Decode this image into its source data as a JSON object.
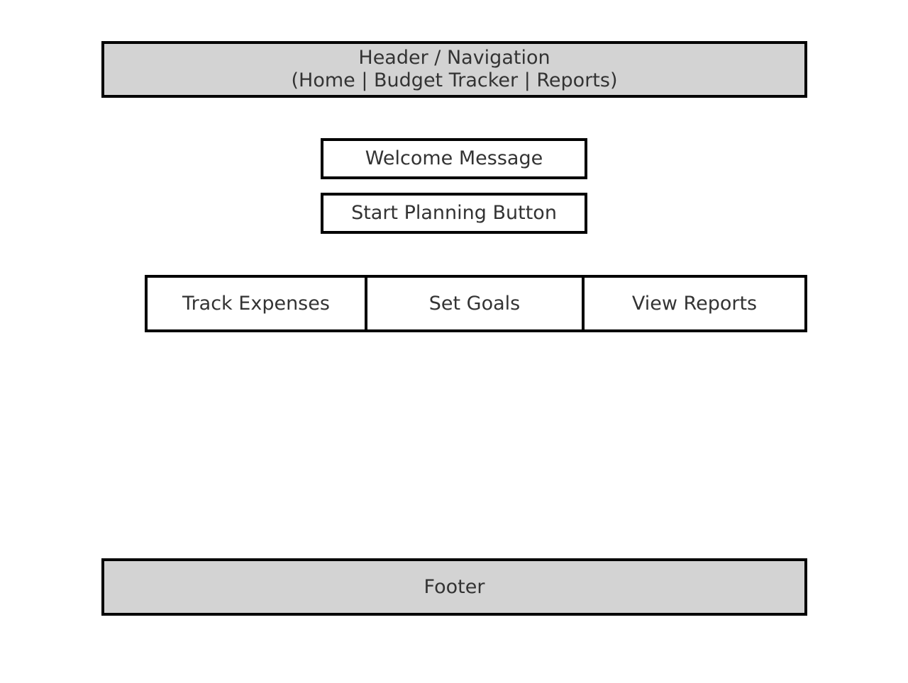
{
  "header": {
    "line1": "Header / Navigation",
    "line2": "(Home | Budget Tracker | Reports)"
  },
  "welcome": {
    "label": "Welcome Message"
  },
  "start_button": {
    "label": "Start Planning Button"
  },
  "features": [
    {
      "label": "Track Expenses"
    },
    {
      "label": "Set Goals"
    },
    {
      "label": "View Reports"
    }
  ],
  "footer": {
    "label": "Footer"
  },
  "colors": {
    "shaded_fill": "#d3d3d3",
    "border": "#000000",
    "text": "#333333",
    "background": "#ffffff"
  }
}
